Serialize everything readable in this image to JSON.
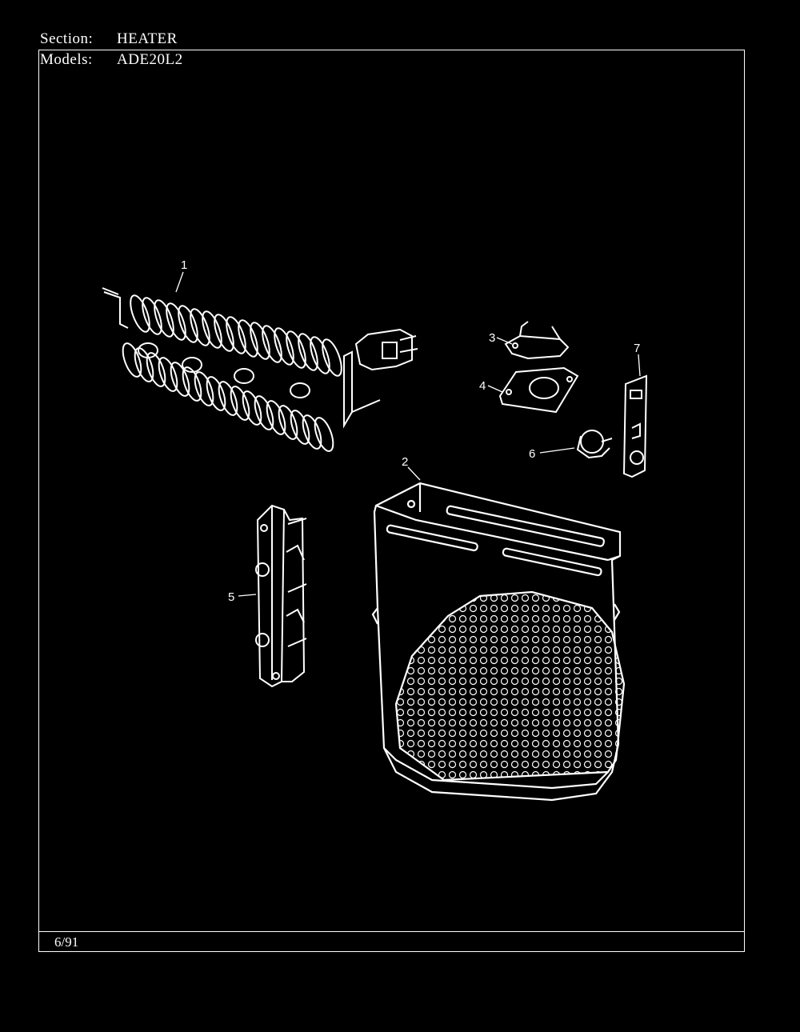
{
  "header": {
    "section_label": "Section:",
    "section_value": "HEATER",
    "models_label": "Models:",
    "models_value": "ADE20L2"
  },
  "footer": {
    "date": "6/91"
  },
  "callouts": [
    "1",
    "2",
    "3",
    "4",
    "5",
    "6",
    "7"
  ]
}
